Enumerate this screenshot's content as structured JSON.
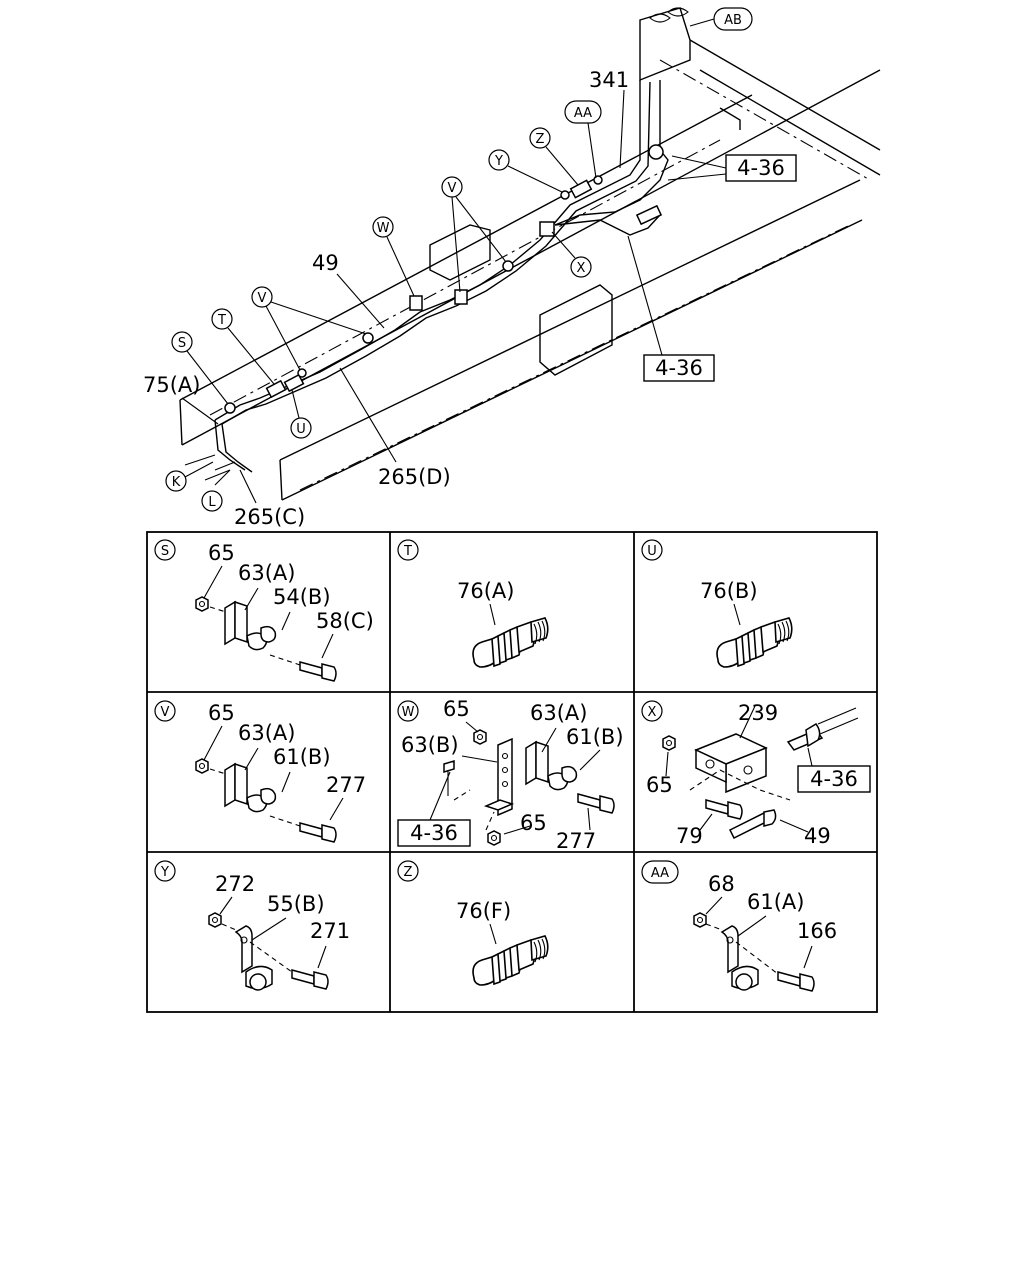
{
  "main_view": {
    "callouts": {
      "ab": "AB",
      "aa": "AA",
      "z": "Z",
      "y": "Y",
      "v": "V",
      "w": "W",
      "x": "X",
      "s": "S",
      "t": "T",
      "u": "U",
      "v2": "V",
      "k": "K",
      "l": "L"
    },
    "labels": {
      "p341": "341",
      "p49": "49",
      "p75a": "75(A)",
      "p265d": "265(D)",
      "p265c": "265(C)"
    },
    "refs": {
      "top": "4-36",
      "mid": "4-36"
    }
  },
  "details": {
    "s": {
      "letter": "S",
      "parts": [
        "65",
        "63(A)",
        "54(B)",
        "58(C)"
      ]
    },
    "t": {
      "letter": "T",
      "parts": [
        "76(A)"
      ]
    },
    "u": {
      "letter": "U",
      "parts": [
        "76(B)"
      ]
    },
    "v": {
      "letter": "V",
      "parts": [
        "65",
        "63(A)",
        "61(B)",
        "277"
      ]
    },
    "w": {
      "letter": "W",
      "parts": [
        "65",
        "63(A)",
        "63(B)",
        "61(B)",
        "65",
        "277"
      ],
      "ref": "4-36"
    },
    "x": {
      "letter": "X",
      "parts": [
        "239",
        "65",
        "79",
        "49"
      ],
      "ref": "4-36"
    },
    "y": {
      "letter": "Y",
      "parts": [
        "272",
        "55(B)",
        "271"
      ]
    },
    "z": {
      "letter": "Z",
      "parts": [
        "76(F)"
      ]
    },
    "aa": {
      "letter": "AA",
      "parts": [
        "68",
        "61(A)",
        "166"
      ]
    }
  }
}
